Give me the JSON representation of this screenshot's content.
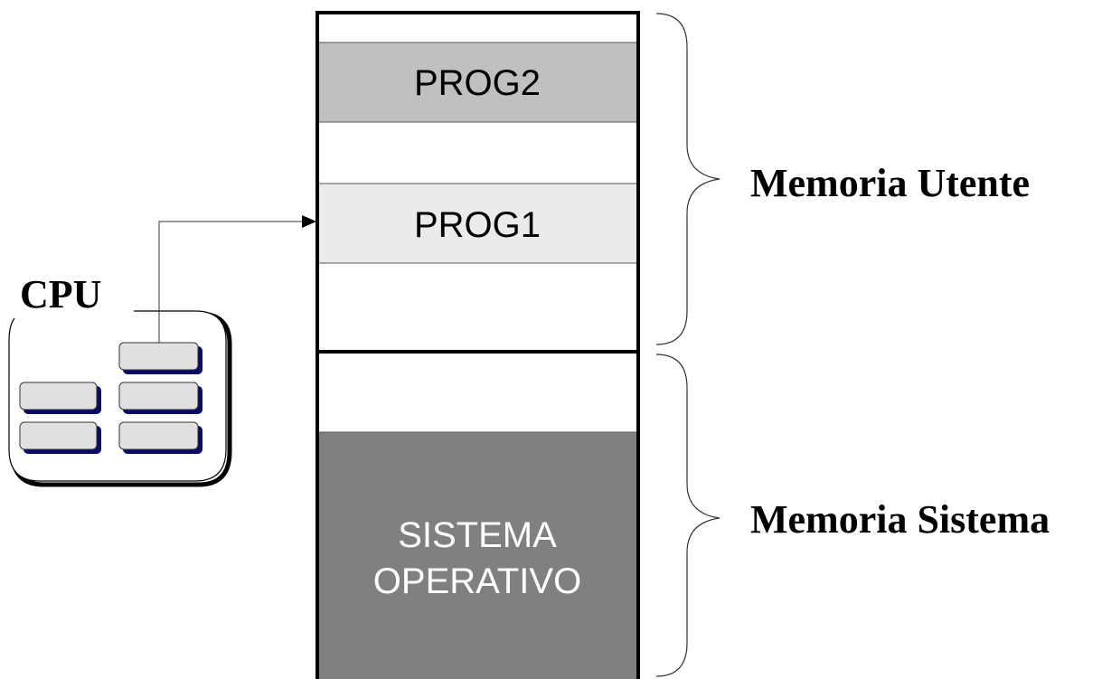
{
  "cpu": {
    "label": "CPU"
  },
  "memory": {
    "segments": {
      "prog2": "PROG2",
      "prog1": "PROG1",
      "os_line1": "SISTEMA",
      "os_line2": "OPERATIVO"
    },
    "regions": {
      "user": "Memoria Utente",
      "system": "Memoria Sistema"
    }
  },
  "colors": {
    "prog2_fill": "#c0c0c0",
    "prog1_fill": "#ebebeb",
    "os_fill": "#808080",
    "register_fill": "#e0e0e0",
    "register_shadow": "#0a0a6a",
    "os_text": "#ffffff"
  }
}
